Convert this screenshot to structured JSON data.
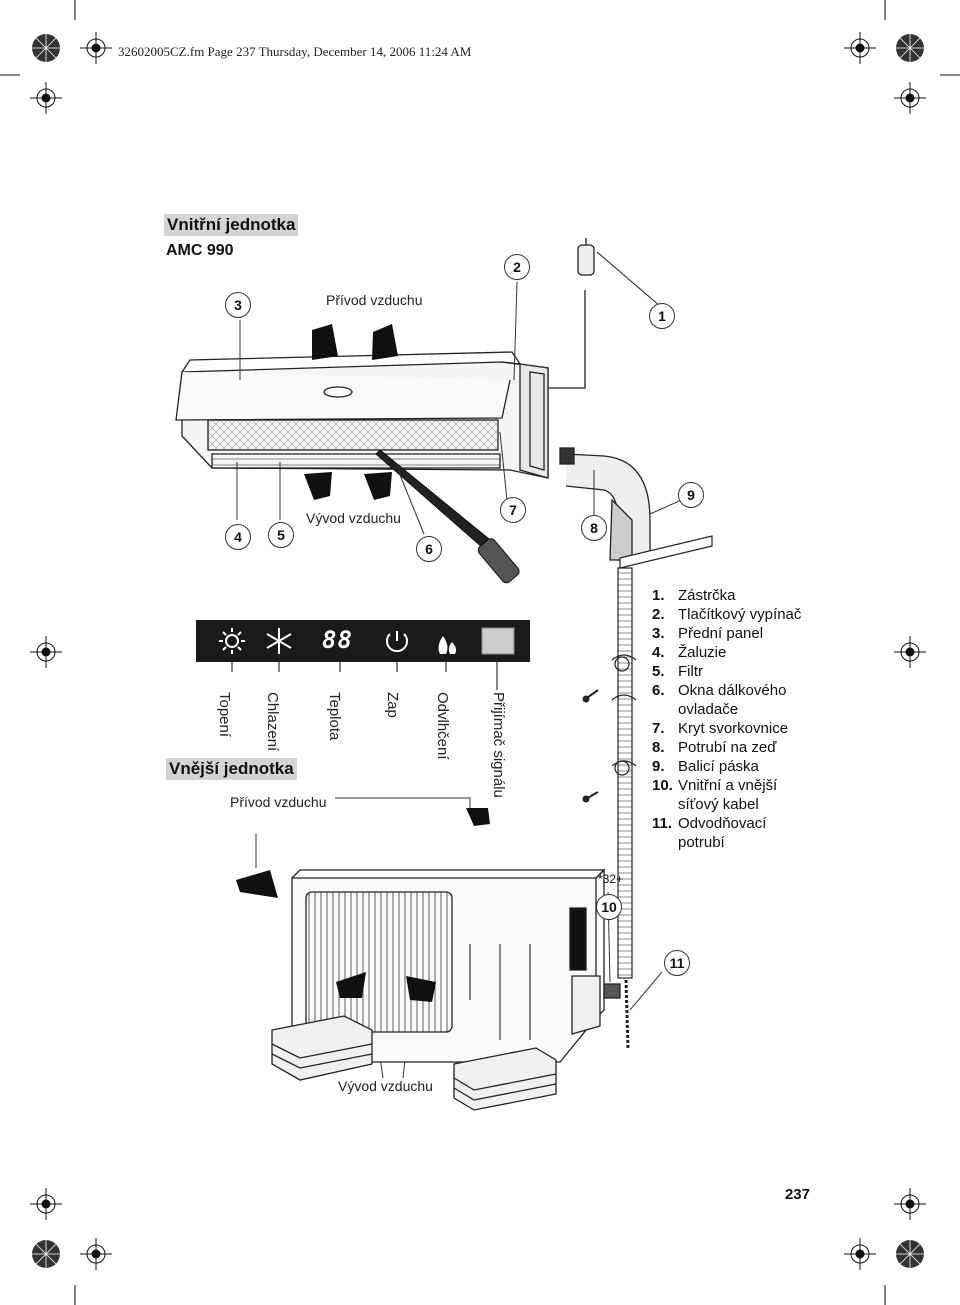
{
  "header": "32602005CZ.fm  Page 237  Thursday, December 14, 2006  11:24 AM",
  "indoor": {
    "title": "Vnitřní jednotka",
    "model": "AMC 990"
  },
  "labels": {
    "air_in_top": "Přívod vzduchu",
    "air_out_top": "Vývod vzduchu",
    "air_in_outdoor": "Přívod vzduchu",
    "air_out_bottom": "Vývod vzduchu",
    "pipe_size": "32"
  },
  "panel": {
    "display_digits": "88",
    "labels": [
      "Topení",
      "Chlazení",
      "Teplota",
      "Zap",
      "Odvlhčení",
      "Přijímač signálu"
    ]
  },
  "outdoor": {
    "title": "Vnější jednotka"
  },
  "callouts": [
    "1",
    "2",
    "3",
    "4",
    "5",
    "6",
    "7",
    "8",
    "9",
    "10",
    "11"
  ],
  "parts": [
    {
      "n": "1.",
      "text": "Zástrčka"
    },
    {
      "n": "2.",
      "text": "Tlačítkový vypínač"
    },
    {
      "n": "3.",
      "text": "Přední panel"
    },
    {
      "n": "4.",
      "text": "Žaluzie"
    },
    {
      "n": "5.",
      "text": "Filtr"
    },
    {
      "n": "6.",
      "text": "Okna dálkového ovladače"
    },
    {
      "n": "7.",
      "text": "Kryt svorkovnice"
    },
    {
      "n": "8.",
      "text": "Potrubí na zeď"
    },
    {
      "n": "9.",
      "text": "Balicí páska"
    },
    {
      "n": "10.",
      "text": "Vnitřní a vnější síťový kabel"
    },
    {
      "n": "11.",
      "text": "Odvodňovací potrubí"
    }
  ],
  "page_number": "237"
}
